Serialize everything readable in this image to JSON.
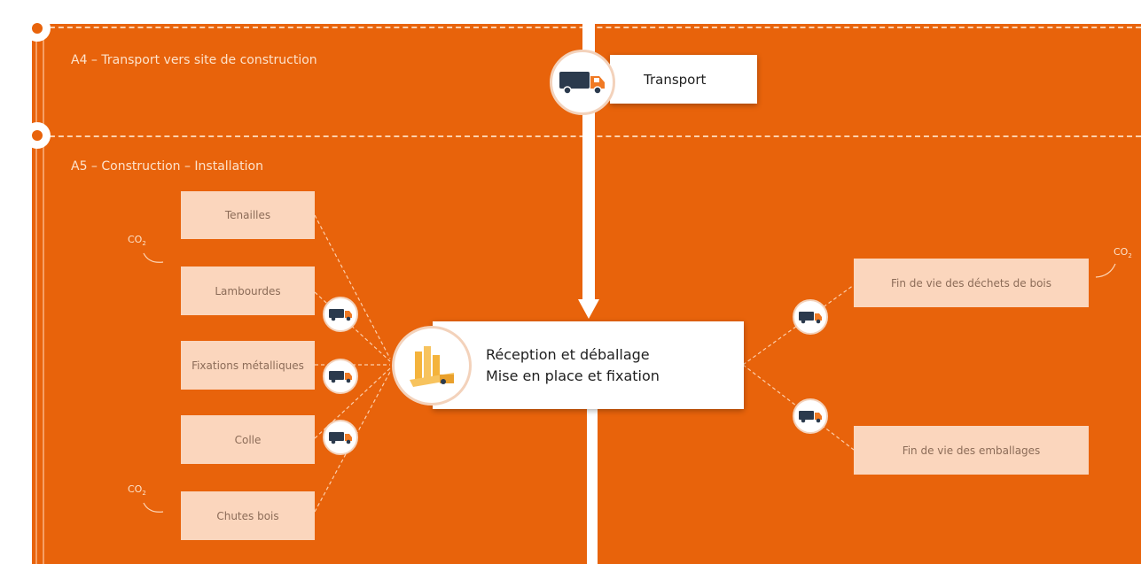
{
  "phases": {
    "a4": {
      "label": "A4 – Transport vers site de construction"
    },
    "a5": {
      "label": "A5 – Construction – Installation"
    }
  },
  "transport": {
    "label": "Transport"
  },
  "central": {
    "line1": "Réception et déballage",
    "line2": "Mise en place et fixation"
  },
  "inputs": [
    {
      "label": "Tenailles"
    },
    {
      "label": "Lambourdes"
    },
    {
      "label": "Fixations métalliques"
    },
    {
      "label": "Colle"
    },
    {
      "label": "Chutes bois"
    }
  ],
  "outputs": [
    {
      "label": "Fin de vie des déchets de bois"
    },
    {
      "label": "Fin de vie des emballages"
    }
  ],
  "co2": {
    "text": "CO",
    "sub": "2"
  },
  "colors": {
    "band": "#e8630b",
    "box_fill": "#fbd6bd",
    "truck_body": "#2b3a4d",
    "truck_cab": "#f07a24",
    "boxes_icon": "#f4b33c"
  }
}
